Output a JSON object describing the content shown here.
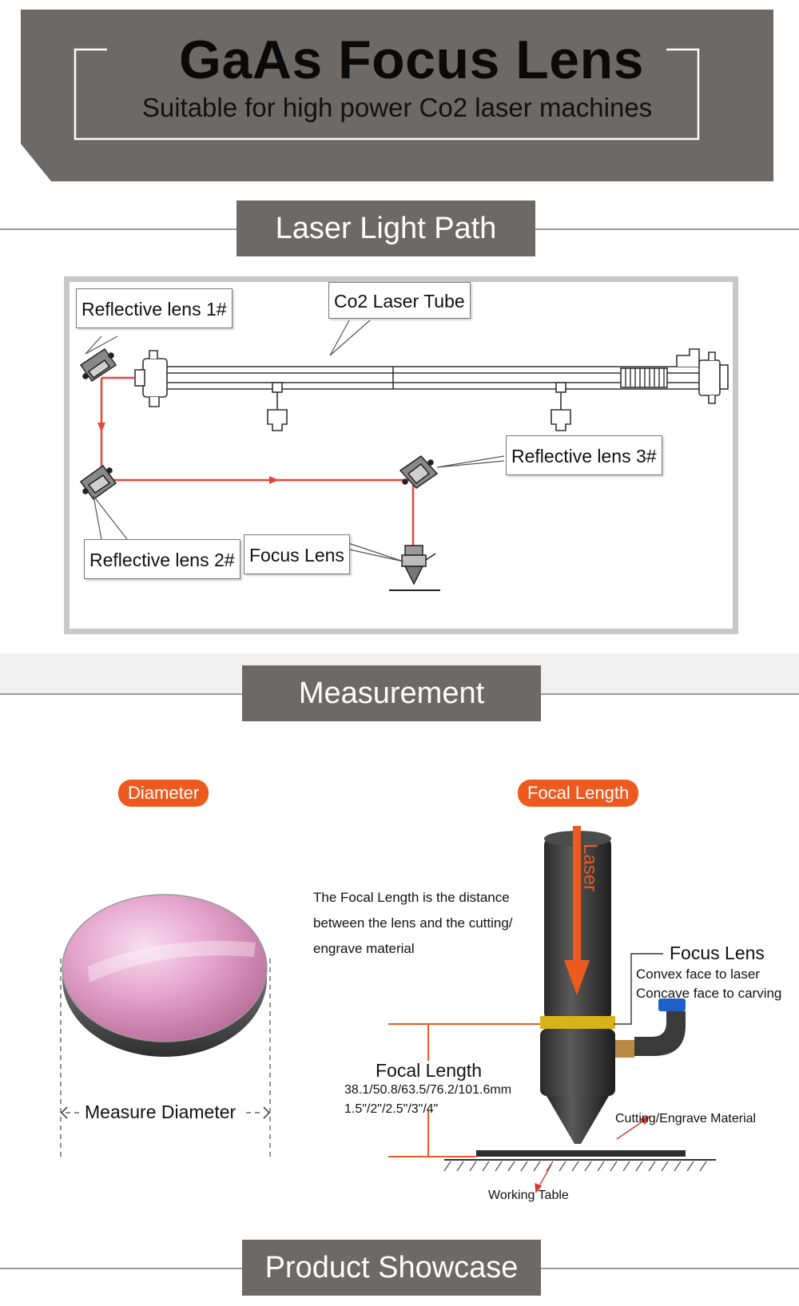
{
  "banner": {
    "title": "GaAs Focus Lens",
    "subtitle": "Suitable for high power Co2 laser machines",
    "background_color": "#6d6967"
  },
  "sections": {
    "light_path": "Laser Light Path",
    "measurement": "Measurement",
    "showcase": "Product Showcase"
  },
  "light_path": {
    "reflective_lens_1": "Reflective lens 1#",
    "laser_tube": "Co2 Laser Tube",
    "reflective_lens_3": "Reflective lens 3#",
    "reflective_lens_2": "Reflective lens 2#",
    "focus_lens": "Focus Lens",
    "beam_color": "#e8453c"
  },
  "measurement": {
    "diameter_badge": "Diameter",
    "focal_length_badge": "Focal Length",
    "measure_diameter": "Measure Diameter",
    "description_lines": [
      "The Focal Length is the distance",
      "between the lens and the cutting/",
      "engrave material"
    ],
    "laser_label": "Laser",
    "focus_lens_title": "Focus Lens",
    "convex_note": "Convex face to laser",
    "concave_note": "Concave face to carving",
    "focal_length_title": "Focal Length",
    "focal_values_mm": "38.1/50.8/63.5/76.2/101.6mm",
    "focal_values_in": "1.5\"/2\"/2.5\"/3\"/4\"",
    "cutting_material": "Cutting/Engrave Material",
    "working_table": "Working Table",
    "accent_color": "#ec5a1f"
  }
}
